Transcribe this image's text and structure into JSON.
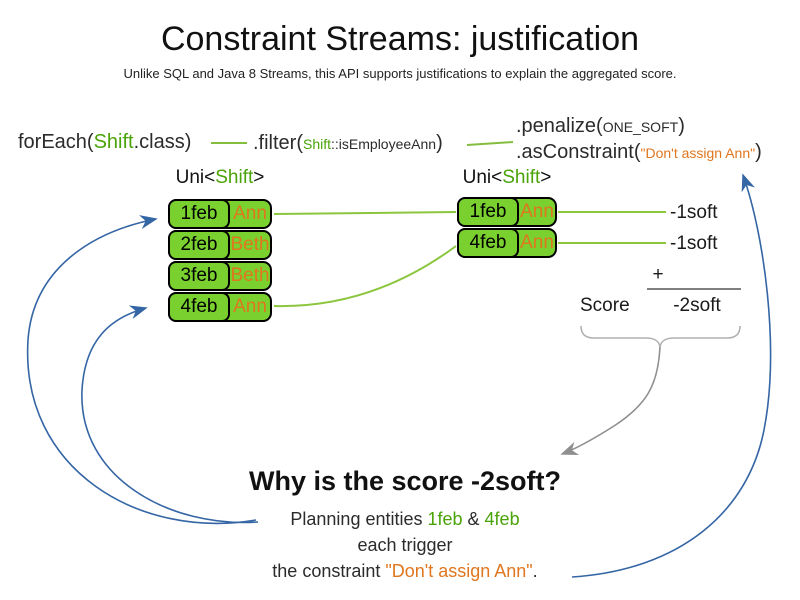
{
  "title": "Constraint Streams: justification",
  "subtitle": "Unlike SQL and Java 8 Streams, this API supports justifications to explain the aggregated score.",
  "code": {
    "foreach_pre": "forEach(",
    "foreach_class": "Shift",
    "foreach_post": ".class)",
    "filter_pre": ".filter(",
    "filter_arg_class": "Shift",
    "filter_arg_method": "::isEmployeeAnn",
    "filter_post": ")",
    "penalize_pre": ".penalize(",
    "penalize_arg": "ONE_SOFT",
    "penalize_post": ")",
    "asconstraint_pre": ".asConstraint(",
    "asconstraint_arg": "\"Don't assign Ann\"",
    "asconstraint_post": ")"
  },
  "stream_label": {
    "pre": "Uni<",
    "type": "Shift",
    "post": ">"
  },
  "left_stream": {
    "rows": [
      {
        "date": "1feb",
        "employee": "Ann"
      },
      {
        "date": "2feb",
        "employee": "Beth"
      },
      {
        "date": "3feb",
        "employee": "Beth"
      },
      {
        "date": "4feb",
        "employee": "Ann"
      }
    ]
  },
  "right_stream": {
    "rows": [
      {
        "date": "1feb",
        "employee": "Ann"
      },
      {
        "date": "4feb",
        "employee": "Ann"
      }
    ]
  },
  "scores": {
    "per_row": [
      "-1soft",
      "-1soft"
    ],
    "plus": "+",
    "label": "Score",
    "total": "-2soft"
  },
  "explanation": {
    "heading": "Why is the score -2soft?",
    "line1_pre": "Planning entities ",
    "line1_entity1": "1feb",
    "line1_amp": " & ",
    "line1_entity2": "4feb",
    "line2": "each trigger",
    "line3_pre": "the constraint ",
    "line3_constraint": "\"Don't assign Ann\"",
    "line3_post": "."
  },
  "colors": {
    "green_fill": "#79d02f",
    "green_text": "#4aa307",
    "green_line": "#85bd3e",
    "orange": "#e0761e",
    "blue": "#3465a4",
    "gray": "#9e9e9e"
  }
}
